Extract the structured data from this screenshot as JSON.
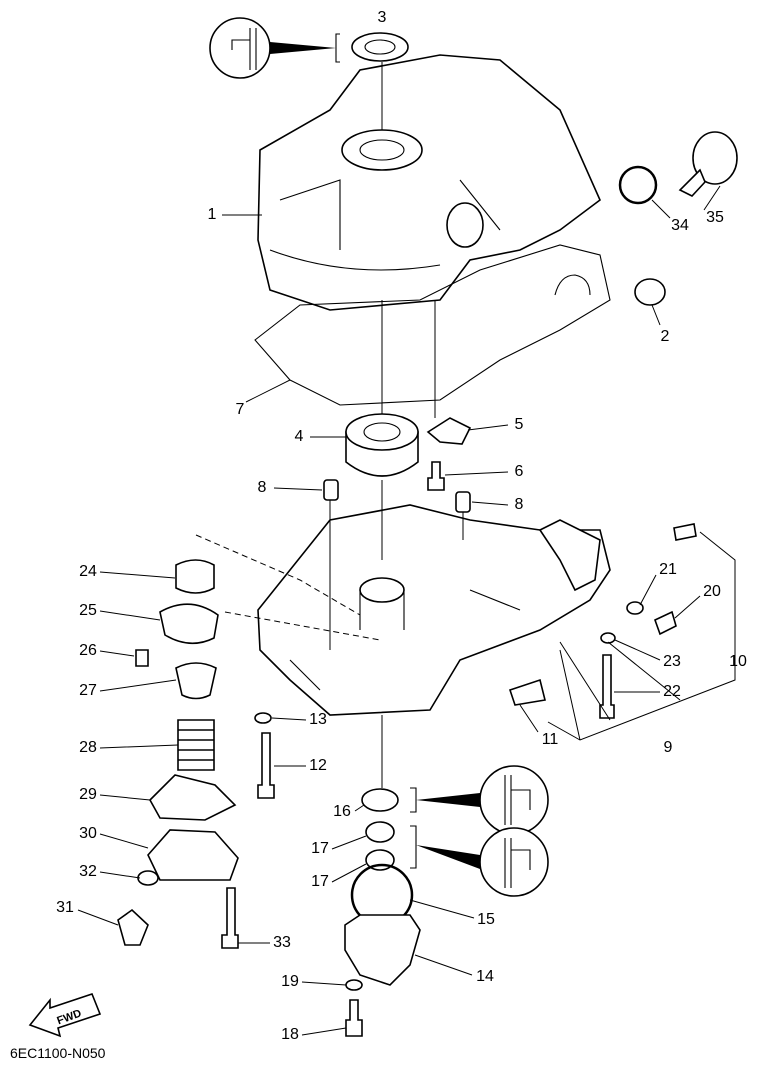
{
  "diagram_code": "6EC1100-N050",
  "fwd_logo": "FWD",
  "callouts": [
    "3",
    "1",
    "35",
    "34",
    "2",
    "7",
    "4",
    "5",
    "6",
    "8",
    "8",
    "24",
    "25",
    "21",
    "20",
    "26",
    "10",
    "27",
    "23",
    "22",
    "13",
    "11",
    "9",
    "28",
    "12",
    "29",
    "16",
    "30",
    "17",
    "32",
    "17",
    "31",
    "15",
    "33",
    "14",
    "19",
    "18"
  ]
}
